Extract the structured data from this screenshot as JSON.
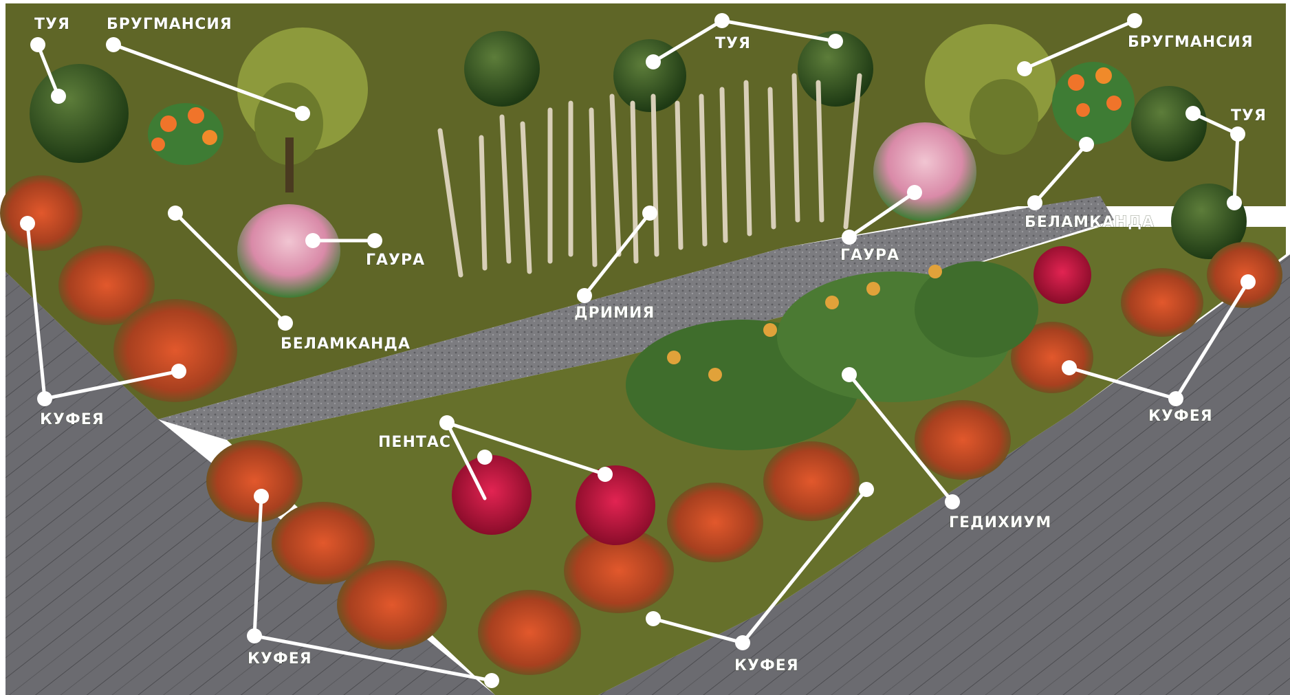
{
  "labels": {
    "thuja_1": "ТУЯ",
    "brugmansia_1": "БРУГМАНСИЯ",
    "thuja_2": "ТУЯ",
    "brugmansia_2": "БРУГМАНСИЯ",
    "thuja_3": "ТУЯ",
    "gaura_1": "ГАУРА",
    "gaura_2": "ГАУРА",
    "belamcanda_1": "БЕЛАМКАНДА",
    "belamcanda_2": "БЕЛАМКАНДА",
    "drimia": "ДРИМИЯ",
    "cuphea_1": "КУФЕЯ",
    "cuphea_2": "КУФЕЯ",
    "cuphea_3": "КУФЕЯ",
    "cuphea_4": "КУФЕЯ",
    "pentas": "ПЕНТАС",
    "hedychium": "ГЕДИХИУМ"
  },
  "colors": {
    "lawn": "#5e6526",
    "lawn_light": "#7a7d33",
    "paving": "#6a6a6e",
    "thuja": "#34511f",
    "cuphea": "#d24a28",
    "pentas": "#b8123a",
    "gaura": "#e6a0b8",
    "belamcanda": "#f0742a",
    "hedychium_leaf": "#3f6d2c",
    "hedychium_flower": "#e1a23a",
    "drimia": "#d8cfb8",
    "label": "#ffffff"
  }
}
